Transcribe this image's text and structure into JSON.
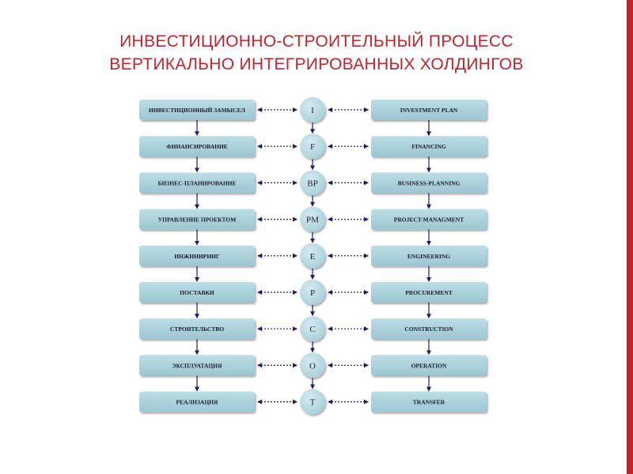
{
  "slide": {
    "title_line1": "ИНВЕСТИЦИОННО-СТРОИТЕЛЬНЫЙ ПРОЦЕСС",
    "title_line2": "ВЕРТИКАЛЬНО ИНТЕГРИРОВАННЫХ ХОЛДИНГОВ"
  },
  "colors": {
    "title": "#c0242d",
    "accent_bar": "#c0242d",
    "box_fill_top": "#bcdde5",
    "box_fill_bottom": "#9cc6d2",
    "circle_fill": "#a8cfda",
    "arrow": "#1f1f5e",
    "text": "#1a1a2e"
  },
  "stages": [
    {
      "ru": "ИНВЕСТИЦИОННЫЙ ЗАМЫСЕЛ",
      "code": "I",
      "en": "INVESTMENT PLAN"
    },
    {
      "ru": "ФИНАНСИРОВАНИЕ",
      "code": "F",
      "en": "FINANCING"
    },
    {
      "ru": "БИЗНЕС-ПЛАНИРОВАНИЕ",
      "code": "BP",
      "en": "BUSINESS-PLANNING"
    },
    {
      "ru": "УПРАВЛЕНИЕ ПРОЕКТОМ",
      "code": "PM",
      "en": "PROJECT-MANAGMENT"
    },
    {
      "ru": "ИНЖИНИРИНГ",
      "code": "E",
      "en": "ENGINEERING"
    },
    {
      "ru": "ПОСТАВКИ",
      "code": "P",
      "en": "PROCUREMENT"
    },
    {
      "ru": "СТРОИТЕЛЬСТВО",
      "code": "C",
      "en": "CONSTRUCTION"
    },
    {
      "ru": "ЭКСПЛУАТАЦИЯ",
      "code": "O",
      "en": "OPERATION"
    },
    {
      "ru": "РЕАЛИЗАЦИЯ",
      "code": "T",
      "en": "TRANSFER"
    }
  ]
}
